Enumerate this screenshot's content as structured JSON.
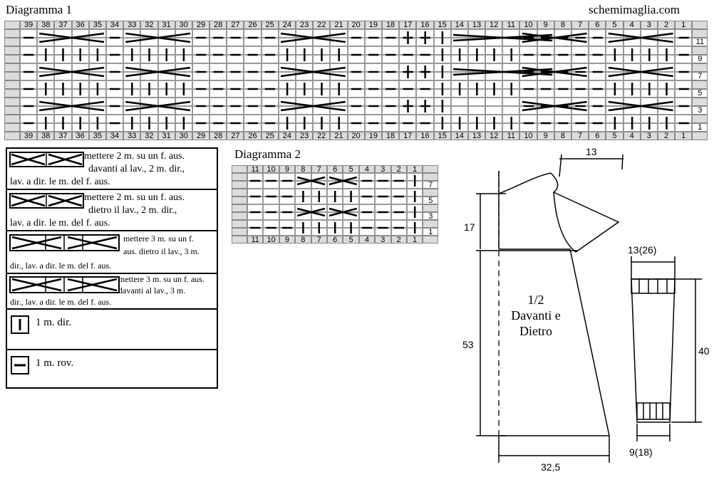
{
  "site": "schemimaglia.com",
  "diagram1": {
    "title": "Diagramma 1",
    "columns": [
      39,
      38,
      37,
      36,
      35,
      34,
      33,
      32,
      31,
      30,
      29,
      28,
      27,
      26,
      25,
      24,
      23,
      22,
      21,
      20,
      19,
      18,
      17,
      16,
      15,
      14,
      13,
      12,
      11,
      10,
      9,
      8,
      7,
      6,
      5,
      4,
      3,
      2,
      1
    ],
    "rows": [
      "11",
      "9",
      "7",
      "5",
      "3",
      "1"
    ]
  },
  "diagram2": {
    "title": "Diagramma 2",
    "columns": [
      11,
      10,
      9,
      8,
      7,
      6,
      5,
      4,
      3,
      2,
      1
    ],
    "rows": [
      "7",
      "5",
      "3",
      "1"
    ]
  },
  "legend": [
    {
      "l1": "mettere 2 m. su un f. aus.",
      "l2": "davanti al lav., 2 m. dir.,",
      "l3": "lav. a dir. le m. del f. aus."
    },
    {
      "l1": "mettere 2 m. su un f. aus.",
      "l2": "dietro il lav., 2 m. dir.,",
      "l3": "lav. a dir. le m. del f. aus."
    },
    {
      "l1": "mettere 3 m. su un f.",
      "l2": "aus. dietro il lav., 3 m.",
      "l3": "dir., lav. a dir. le m. del f. aus."
    },
    {
      "l1": "mettere 3 m. su un f. aus.",
      "l2": "davanti al lav., 3 m.",
      "l3": "dir., lav. a dir. le m. del f. aus."
    },
    {
      "l1": "1 m. dir."
    },
    {
      "l1": "1 m. rov."
    }
  ],
  "schematic": {
    "body_label": [
      "1/2",
      "Davanti e",
      "Dietro"
    ],
    "dims": {
      "shoulder": "13",
      "armhole": "17",
      "body_length": "53",
      "width": "32,5",
      "sleeve_top": "13(26)",
      "sleeve_length": "40",
      "cuff": "9(18)"
    }
  }
}
